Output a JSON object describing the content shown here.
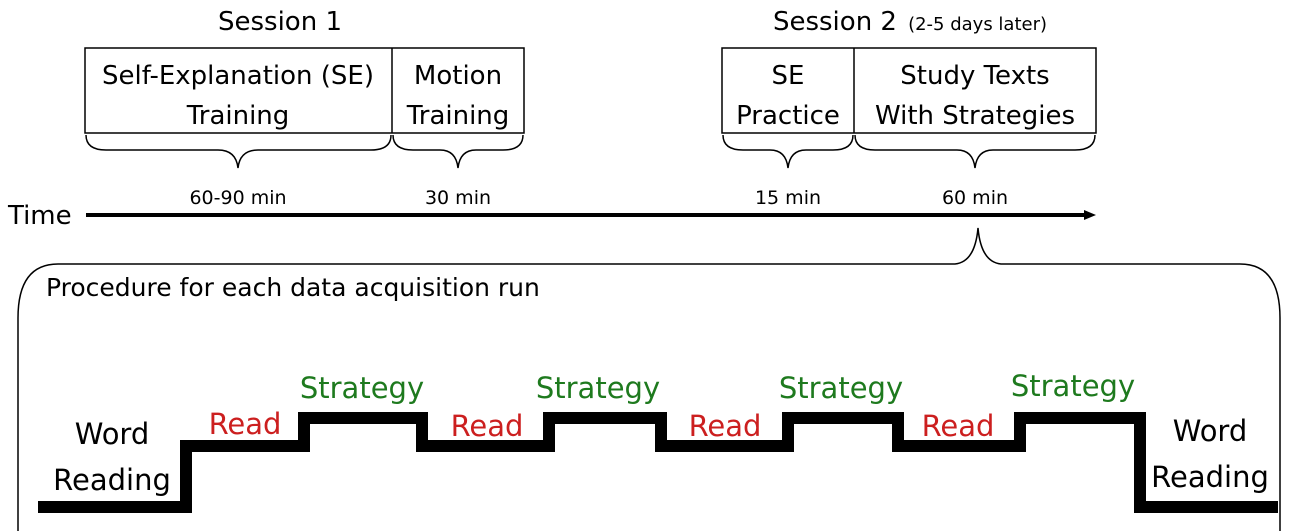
{
  "sessions": {
    "s1_title": "Session 1",
    "s2_title": "Session 2",
    "s2_note": "(2-5 days later)"
  },
  "boxes": [
    {
      "line1": "Self-Explanation (SE)",
      "line2": "Training",
      "duration": "60-90 min"
    },
    {
      "line1": "Motion",
      "line2": "Training",
      "duration": "30 min"
    },
    {
      "line1": "SE",
      "line2": "Practice",
      "duration": "15 min"
    },
    {
      "line1": "Study Texts",
      "line2": "With Strategies",
      "duration": "60 min"
    }
  ],
  "timeline": {
    "label": "Time"
  },
  "procedure": {
    "title": "Procedure for each data acquisition run",
    "word_left_1": "Word",
    "word_left_2": "Reading",
    "word_right_1": "Word",
    "word_right_2": "Reading",
    "read_label": "Read",
    "strategy_label": "Strategy"
  },
  "colors": {
    "read": "#cc1f1f",
    "strategy": "#1e7a1e",
    "line": "#000000"
  }
}
